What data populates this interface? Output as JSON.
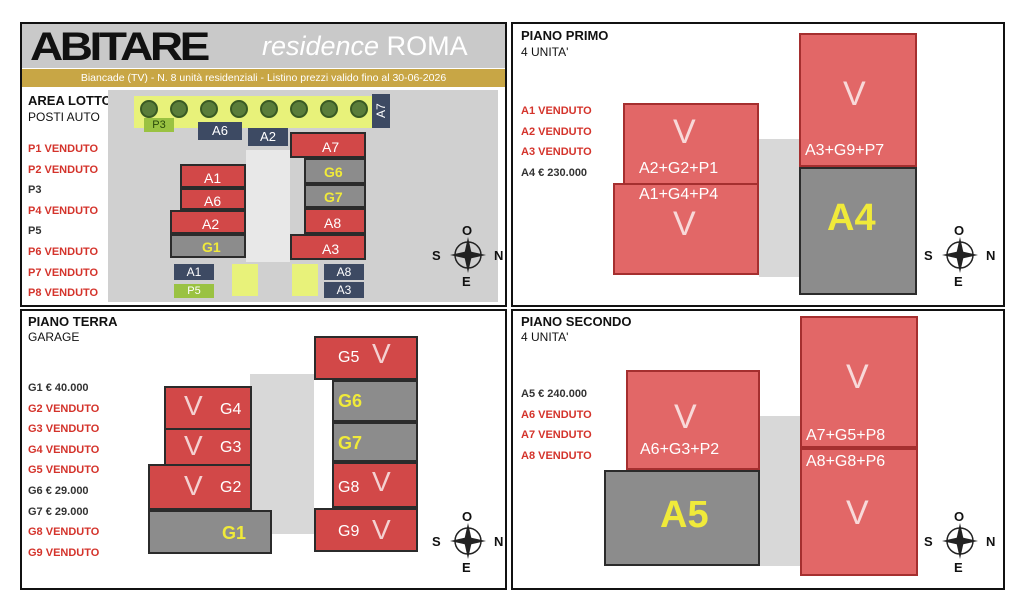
{
  "header": {
    "logo": "ABITARE",
    "residence": "residence",
    "city": "ROMA",
    "subtitle": "Biancade (TV) - N. 8 unità residenziali  - Listino prezzi valido fino al 30-06-2026"
  },
  "compass": {
    "n": "N",
    "s": "S",
    "o": "O",
    "e": "E"
  },
  "lotto": {
    "title": "AREA LOTTO",
    "subtitle": "POSTI AUTO",
    "items": [
      {
        "text": "P1  VENDUTO",
        "status": "sold"
      },
      {
        "text": "P2  VENDUTO",
        "status": "sold"
      },
      {
        "text": "P3",
        "status": "available"
      },
      {
        "text": "P4  VENDUTO",
        "status": "sold"
      },
      {
        "text": "P5",
        "status": "available"
      },
      {
        "text": "P6  VENDUTO",
        "status": "sold"
      },
      {
        "text": "P7  VENDUTO",
        "status": "sold"
      },
      {
        "text": "P8  VENDUTO",
        "status": "sold"
      }
    ],
    "map": {
      "a7": "A7",
      "a6": "A6",
      "a2": "A2",
      "p3": "P3",
      "r_a1": "A1",
      "r_a6": "A6",
      "r_a2": "A2",
      "r_g1": "G1",
      "r_a7": "A7",
      "r_g6": "G6",
      "r_g7": "G7",
      "r_a8": "A8",
      "r_a3": "A3",
      "s_a1": "A1",
      "s_p5": "P5",
      "s_a8": "A8",
      "s_a3": "A3"
    }
  },
  "primo": {
    "title": "PIANO PRIMO",
    "subtitle": "4 UNITA'",
    "items": [
      {
        "text": "A1  VENDUTO",
        "status": "sold"
      },
      {
        "text": "A2  VENDUTO",
        "status": "sold"
      },
      {
        "text": "A3  VENDUTO",
        "status": "sold"
      },
      {
        "text": "A4  € 230.000",
        "status": "available"
      }
    ],
    "units": {
      "u1": "A2+G2+P1",
      "u2": "A1+G4+P4",
      "u3": "A3+G9+P7",
      "big": "A4",
      "v": "V"
    }
  },
  "terra": {
    "title": "PIANO TERRA",
    "subtitle": "GARAGE",
    "items": [
      {
        "text": "G1  € 40.000",
        "status": "available"
      },
      {
        "text": "G2  VENDUTO",
        "status": "sold"
      },
      {
        "text": "G3  VENDUTO",
        "status": "sold"
      },
      {
        "text": "G4  VENDUTO",
        "status": "sold"
      },
      {
        "text": "G5  VENDUTO",
        "status": "sold"
      },
      {
        "text": "G6  € 29.000",
        "status": "available"
      },
      {
        "text": "G7  € 29.000",
        "status": "available"
      },
      {
        "text": "G8  VENDUTO",
        "status": "sold"
      },
      {
        "text": "G9  VENDUTO",
        "status": "sold"
      }
    ],
    "garages": {
      "g1": "G1",
      "g2": "G2",
      "g3": "G3",
      "g4": "G4",
      "g5": "G5",
      "g6": "G6",
      "g7": "G7",
      "g8": "G8",
      "g9": "G9",
      "v": "V"
    }
  },
  "secondo": {
    "title": "PIANO SECONDO",
    "subtitle": "4 UNITA'",
    "items": [
      {
        "text": "A5  € 240.000",
        "status": "available"
      },
      {
        "text": "A6  VENDUTO",
        "status": "sold"
      },
      {
        "text": "A7  VENDUTO",
        "status": "sold"
      },
      {
        "text": "A8  VENDUTO",
        "status": "sold"
      }
    ],
    "units": {
      "u1": "A6+G3+P2",
      "u2": "A7+G5+P8",
      "u3": "A8+G8+P6",
      "big": "A5",
      "v": "V"
    }
  },
  "colors": {
    "sold": "#d4332b",
    "banner": "#c8a645",
    "header_bg": "#c9c9c9"
  }
}
